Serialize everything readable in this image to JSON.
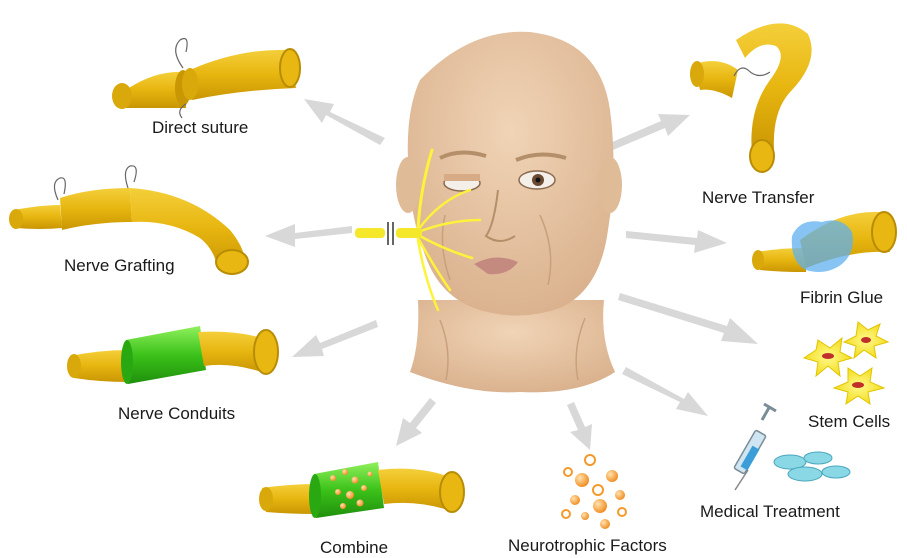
{
  "labels": {
    "direct_suture": "Direct suture",
    "nerve_grafting": "Nerve Grafting",
    "nerve_conduits": "Nerve Conduits",
    "combine": "Combine",
    "neurotrophic_factors": "Neurotrophic Factors",
    "medical_treatment": "Medical Treatment",
    "stem_cells": "Stem Cells",
    "fibrin_glue": "Fibrin Glue",
    "nerve_transfer": "Nerve Transfer"
  },
  "colors": {
    "nerve": "#e8b712",
    "nerve_dark": "#b98c05",
    "conduit": "#39c21a",
    "skin": "#e9c8a8",
    "facial_nerve": "#fff23a",
    "arrow": "#d6d6d6",
    "glue": "#4aa0e8",
    "stem_cell": "#f5ea2a",
    "droplet": "#f39a2b",
    "pill": "#7fd6e0"
  },
  "icons": {
    "central": "face-with-facial-nerve-icon",
    "syringe": "syringe-icon"
  }
}
